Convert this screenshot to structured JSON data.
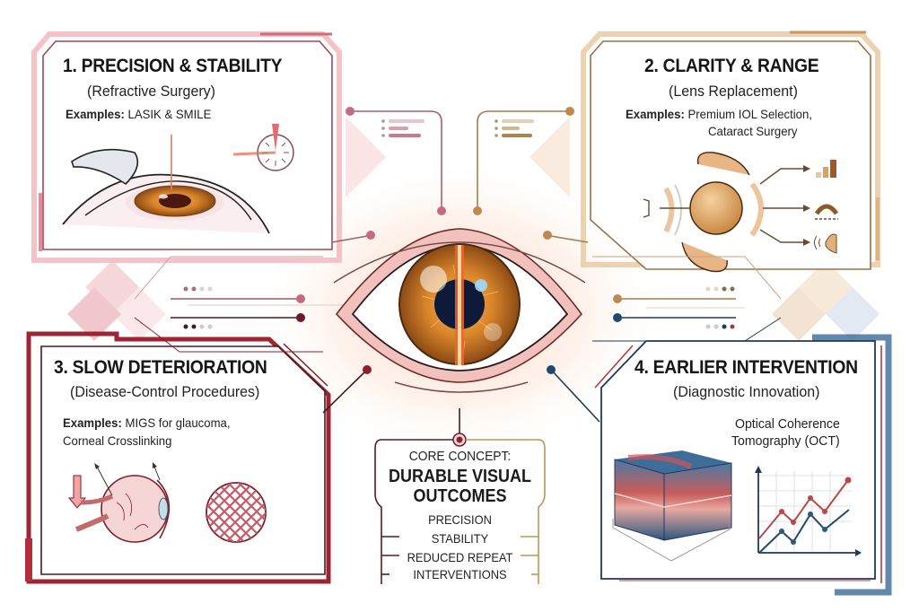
{
  "colors": {
    "card1_accent": "#c9727e",
    "card2_accent": "#b88a55",
    "card3_accent": "#8e1f2c",
    "card4_accent": "#274b6e",
    "iris": "#d98a2c",
    "laser": "#e4572e"
  },
  "cards": [
    {
      "title": "1. PRECISION & STABILITY",
      "subtitle": "(Refractive Surgery)",
      "examples_label": "Examples:",
      "examples_text": "LASIK & SMILE",
      "illustration": "lasik-flap-eye-icon",
      "extra_icon": "laser-target-icon"
    },
    {
      "title": "2. CLARITY & RANGE",
      "subtitle": "(Lens Replacement)",
      "examples_label": "Examples:",
      "examples_text_line1": "Premium IOL Selection,",
      "examples_text_line2": "Cataract Surgery",
      "illustration": "intraocular-lens-icon",
      "extra_icons": [
        "signal-bars-icon",
        "rainbow-range-icon",
        "sound-ear-icon"
      ]
    },
    {
      "title": "3. SLOW DETERIORATION",
      "subtitle": "(Disease-Control Procedures)",
      "examples_label": "Examples:",
      "examples_text_line1": "MIGS for glaucoma,",
      "examples_text_line2": "Corneal Crosslinking",
      "illustration": "eye-cross-section-icon",
      "extra_icon": "crosslink-mesh-icon"
    },
    {
      "title": "4. EARLIER INTERVENTION",
      "subtitle": "(Diagnostic Innovation)",
      "detail_line1": "Optical Coherence",
      "detail_line2": "Tomography (OCT)",
      "illustration": "oct-retina-block-icon",
      "extra_icon": "trend-chart-icon"
    }
  ],
  "core": {
    "label": "CORE CONCEPT:",
    "headline_line1": "DURABLE VISUAL",
    "headline_line2": "OUTCOMES",
    "items": [
      "PRECISION",
      "STABILITY",
      "REDUCED REPEAT",
      "INTERVENTIONS"
    ]
  },
  "center_icon": "eye-icon"
}
